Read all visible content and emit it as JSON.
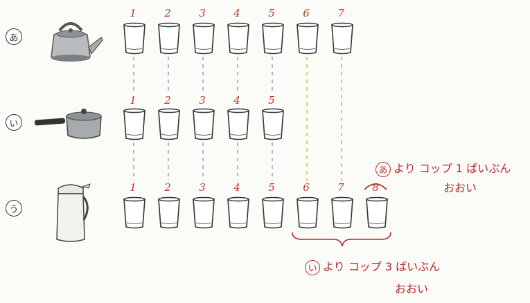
{
  "rows": [
    {
      "label": "あ",
      "container": "kettle-icon",
      "cups": [
        "1",
        "2",
        "3",
        "4",
        "5",
        "6",
        "7"
      ]
    },
    {
      "label": "い",
      "container": "saucepan-icon",
      "cups": [
        "1",
        "2",
        "3",
        "4",
        "5"
      ]
    },
    {
      "label": "う",
      "container": "thermos-pot-icon",
      "cups": [
        "1",
        "2",
        "3",
        "4",
        "5",
        "6",
        "7",
        "8"
      ]
    }
  ],
  "annotations": {
    "compare_a": {
      "circle": "あ",
      "line1": "より コップ 1 ぱいぶん",
      "line2": "おおい"
    },
    "compare_i": {
      "circle": "い",
      "line1": "より コップ 3 ばいぶん",
      "line2": "おおい"
    }
  },
  "colors": {
    "ink": "#333333",
    "annotation": "#b22a2a",
    "dash_gray": "#9aa6c0",
    "dash_yellow": "#d6c23a",
    "dash_green": "#a8c24a"
  }
}
